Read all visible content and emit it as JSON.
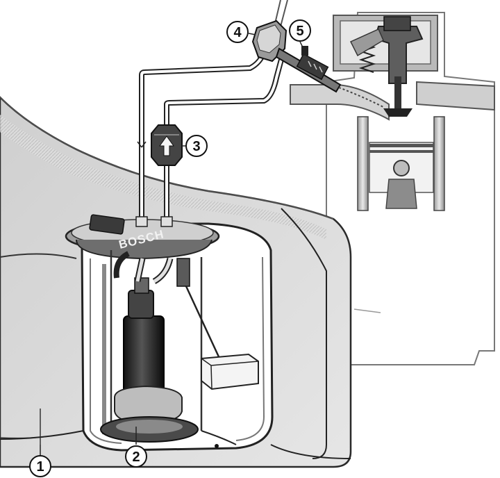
{
  "brand": "BOSCH",
  "callouts": [
    {
      "id": "1",
      "label": "1"
    },
    {
      "id": "2",
      "label": "2"
    },
    {
      "id": "3",
      "label": "3"
    },
    {
      "id": "4",
      "label": "4"
    },
    {
      "id": "5",
      "label": "5"
    }
  ],
  "colors": {
    "background": "#ffffff",
    "line": "#1a1a1a",
    "tank_shade": "#d9d9d9",
    "dark_shade": "#333333"
  }
}
